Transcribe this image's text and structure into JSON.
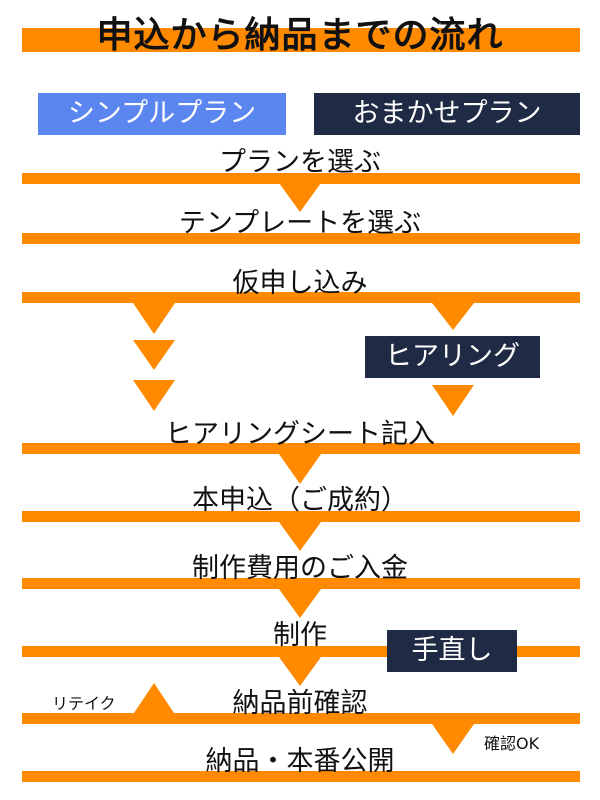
{
  "title": "申込から納品までの流れ",
  "plans": {
    "simple": "シンプルプラン",
    "omakase": "おまかせプラン"
  },
  "steps": {
    "s1": "プランを選ぶ",
    "s2": "テンプレートを選ぶ",
    "s3": "仮申し込み",
    "s4": "ヒアリングシート記入",
    "s5": "本申込（ご成約）",
    "s6": "制作費用のご入金",
    "s7": "制作",
    "s8": "納品前確認",
    "s9": "納品・本番公開"
  },
  "tags": {
    "hearing": "ヒアリング",
    "fix": "手直し"
  },
  "notes": {
    "retake": "リテイク",
    "ok": "確認OK"
  },
  "colors": {
    "orange": "#ff8a00",
    "simple_blue": "#5b86f0",
    "navy": "#1f2a44"
  }
}
